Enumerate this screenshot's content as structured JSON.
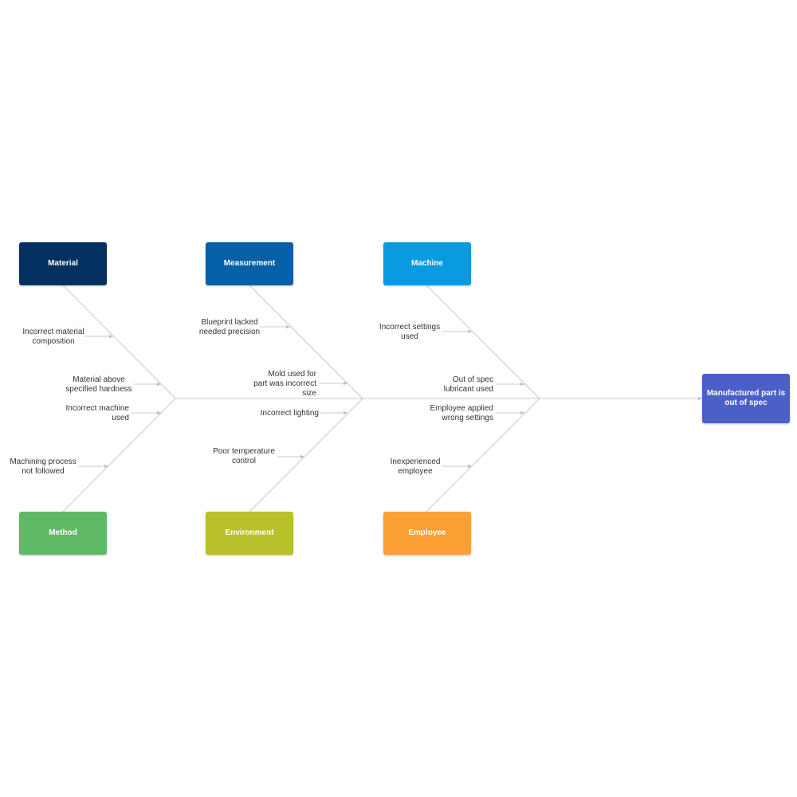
{
  "effect": {
    "label": "Manufactured part is out of spec",
    "color": "#4a60c8"
  },
  "categories": {
    "material": {
      "label": "Material",
      "color": "#03305e"
    },
    "measurement": {
      "label": "Measurement",
      "color": "#0660a8"
    },
    "machine": {
      "label": "Machine",
      "color": "#0a9ae0"
    },
    "method": {
      "label": "Method",
      "color": "#5fba67"
    },
    "environment": {
      "label": "Environment",
      "color": "#b8c12a"
    },
    "employee": {
      "label": "Employee",
      "color": "#fb9e34"
    }
  },
  "causes": {
    "material_1": "Incorrect material\ncomposition",
    "material_2": "Material above\nspecified hardness",
    "method_1": "Incorrect machine\nused",
    "method_2": "Machining process\nnot followed",
    "measurement_1": "Blueprint lacked\nneeded precision",
    "measurement_2": "Mold used for\npart was incorrect\nsize",
    "environment_1": "Incorrect lighting",
    "environment_2": "Poor temperature\ncontrol",
    "machine_1": "Incorrect settings\nused",
    "machine_2": "Out of spec\nlubricant used",
    "employee_1": "Employee applied\nwrong settings",
    "employee_2": "Inexperienced\nemployee"
  },
  "line_color": "#c8c8c8"
}
